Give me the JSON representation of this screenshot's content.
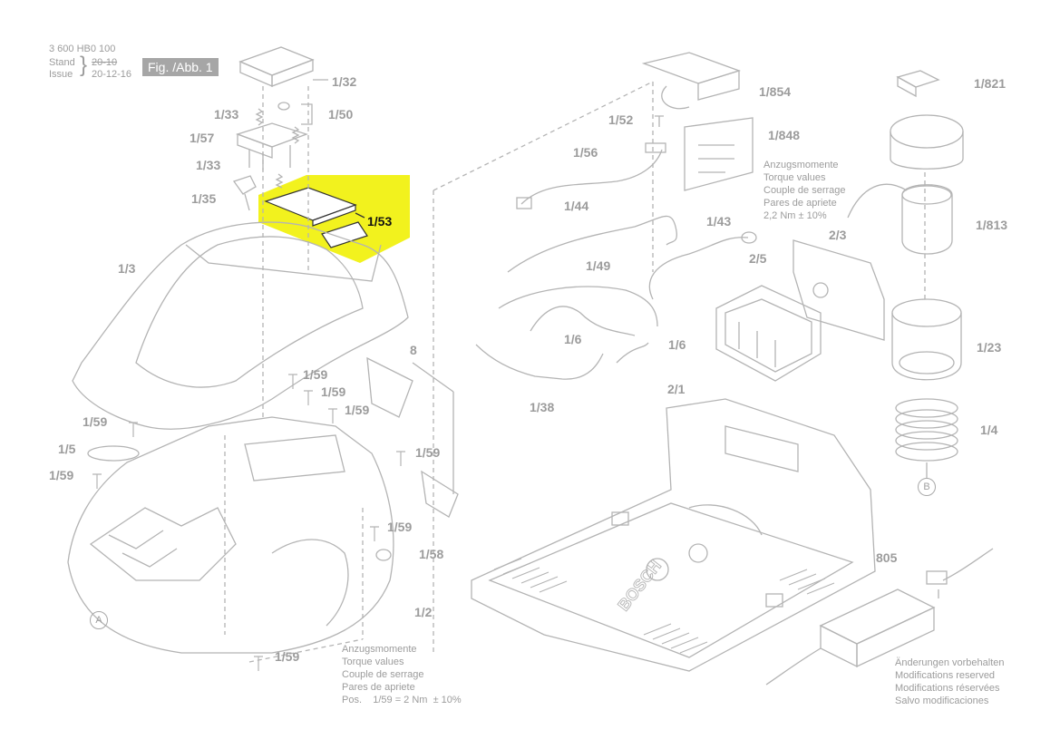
{
  "header": {
    "part_number": "3 600 HB0 100",
    "stand_label": "Stand",
    "issue_label": "Issue",
    "stand_value_struck": "20-10",
    "issue_value": "20-12-16",
    "fig_label": "Fig. /Abb. 1"
  },
  "colors": {
    "highlight": "#f2f21e",
    "line": "#b4b4b4",
    "text": "#9c9c9c"
  },
  "labels": {
    "l_1_32": "1/32",
    "l_1_33a": "1/33",
    "l_1_50": "1/50",
    "l_1_57": "1/57",
    "l_1_33b": "1/33",
    "l_1_35": "1/35",
    "l_1_53": "1/53",
    "l_1_3": "1/3",
    "l_1_59a": "1/59",
    "l_1_59b": "1/59",
    "l_1_59c": "1/59",
    "l_1_59d": "1/59",
    "l_1_59e": "1/59",
    "l_1_59f": "1/59",
    "l_1_59g": "1/59",
    "l_1_59h": "1/59",
    "l_1_5": "1/5",
    "l_8": "8",
    "l_1_58": "1/58",
    "l_1_2": "1/2",
    "l_1_854": "1/854",
    "l_1_52": "1/52",
    "l_1_848": "1/848",
    "l_1_56": "1/56",
    "l_1_44": "1/44",
    "l_1_43": "1/43",
    "l_1_49": "1/49",
    "l_2_5": "2/5",
    "l_2_3": "2/3",
    "l_1_6a": "1/6",
    "l_1_6b": "1/6",
    "l_1_38": "1/38",
    "l_2_1": "2/1",
    "l_1_821": "1/821",
    "l_1_813": "1/813",
    "l_1_23": "1/23",
    "l_1_4": "1/4",
    "l_805": "805"
  },
  "circles": {
    "a": "A",
    "b": "B"
  },
  "torque_note_top": [
    "Anzugsmomente",
    "Torque values",
    "Couple de serrage",
    "Pares de apriete",
    "2,2 Nm ± 10%"
  ],
  "torque_note_bottom": [
    "Anzugsmomente",
    "Torque values",
    "Couple de serrage",
    "Pares de apriete",
    "Pos.    1/59 = 2 Nm  ± 10%"
  ],
  "changes_note": [
    "Änderungen vorbehalten",
    "Modifications reserved",
    "Modifications réservées",
    "Salvo modificaciones"
  ],
  "base_logo": "BOSCH"
}
